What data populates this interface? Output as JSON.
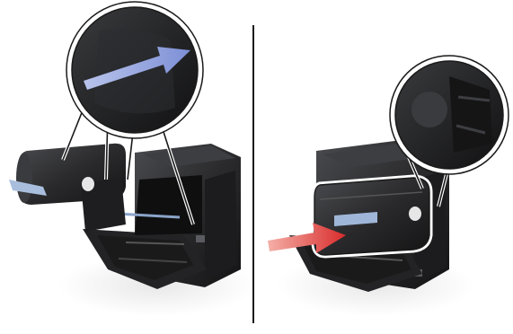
{
  "figure": {
    "panels": [
      {
        "id": "left",
        "arrow_direction": "insert-right",
        "arrow_color": "#8fa0d8"
      },
      {
        "id": "right",
        "arrow_direction": "insert-right",
        "arrow_color": "#d92b2b"
      }
    ],
    "colors": {
      "printer_body": "#2a2a2c",
      "printer_shadow": "#141415",
      "printer_highlight": "#4a4b4f",
      "callout_fill": "#1f1f21",
      "divider": "#1a1a1a",
      "arrow_blue": "#8fa0d8",
      "arrow_red": "#d92b2b",
      "accent_blue": "#9fb6d8"
    }
  }
}
